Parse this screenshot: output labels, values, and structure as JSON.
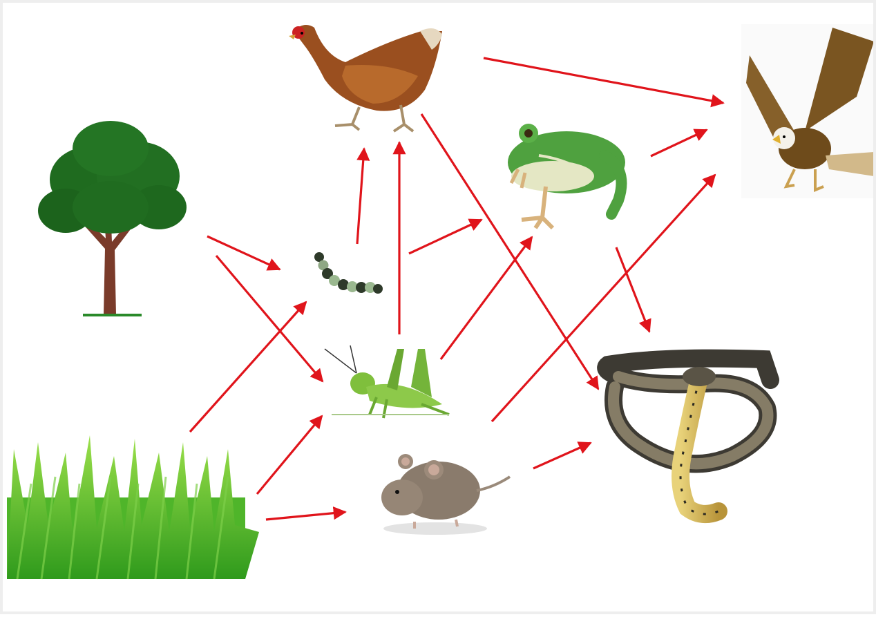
{
  "diagram": {
    "type": "food-web",
    "arrow_color": "#e0141b",
    "background": "#ffffff",
    "organisms": [
      {
        "id": "tree",
        "icon": "tree-icon"
      },
      {
        "id": "grass",
        "icon": "grass-icon"
      },
      {
        "id": "caterpillar",
        "icon": "caterpillar-icon"
      },
      {
        "id": "grasshopper",
        "icon": "grasshopper-icon"
      },
      {
        "id": "mouse",
        "icon": "mouse-icon"
      },
      {
        "id": "chicken",
        "icon": "chicken-icon"
      },
      {
        "id": "frog",
        "icon": "frog-icon"
      },
      {
        "id": "snake",
        "icon": "snake-icon"
      },
      {
        "id": "eagle",
        "icon": "eagle-icon"
      }
    ],
    "links": [
      {
        "from": "tree",
        "to": "caterpillar"
      },
      {
        "from": "tree",
        "to": "grasshopper"
      },
      {
        "from": "grass",
        "to": "caterpillar"
      },
      {
        "from": "grass",
        "to": "grasshopper"
      },
      {
        "from": "grass",
        "to": "mouse"
      },
      {
        "from": "caterpillar",
        "to": "chicken"
      },
      {
        "from": "caterpillar",
        "to": "frog"
      },
      {
        "from": "grasshopper",
        "to": "chicken"
      },
      {
        "from": "grasshopper",
        "to": "frog"
      },
      {
        "from": "chicken",
        "to": "eagle"
      },
      {
        "from": "chicken",
        "to": "snake"
      },
      {
        "from": "frog",
        "to": "eagle"
      },
      {
        "from": "frog",
        "to": "snake"
      },
      {
        "from": "mouse",
        "to": "eagle"
      },
      {
        "from": "mouse",
        "to": "snake"
      }
    ]
  }
}
